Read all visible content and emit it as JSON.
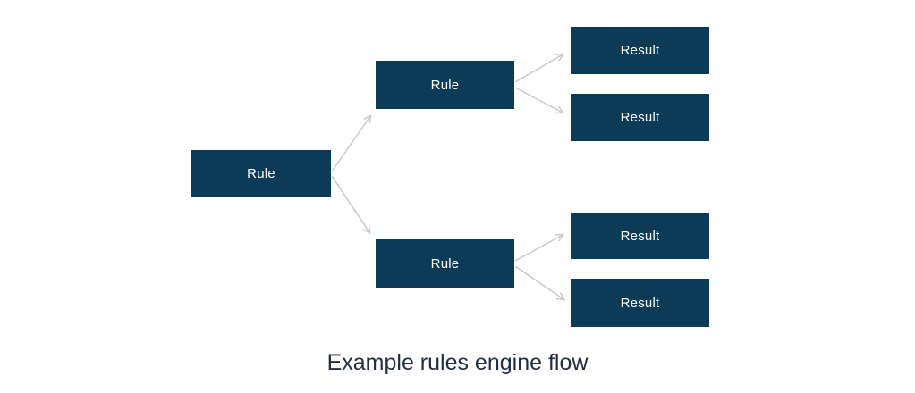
{
  "diagram": {
    "caption": "Example rules engine flow",
    "nodes": {
      "root": {
        "label": "Rule"
      },
      "branch_top": {
        "label": "Rule"
      },
      "branch_bottom": {
        "label": "Rule"
      },
      "result_1": {
        "label": "Result"
      },
      "result_2": {
        "label": "Result"
      },
      "result_3": {
        "label": "Result"
      },
      "result_4": {
        "label": "Result"
      }
    },
    "edges": [
      {
        "from": "root",
        "to": "branch_top"
      },
      {
        "from": "root",
        "to": "branch_bottom"
      },
      {
        "from": "branch_top",
        "to": "result_1"
      },
      {
        "from": "branch_top",
        "to": "result_2"
      },
      {
        "from": "branch_bottom",
        "to": "result_3"
      },
      {
        "from": "branch_bottom",
        "to": "result_4"
      }
    ],
    "colors": {
      "node_fill": "#0c3b57",
      "node_text": "#ffffff",
      "arrow": "#c8c8c8",
      "caption_text": "#232f3e",
      "background": "#ffffff"
    }
  }
}
